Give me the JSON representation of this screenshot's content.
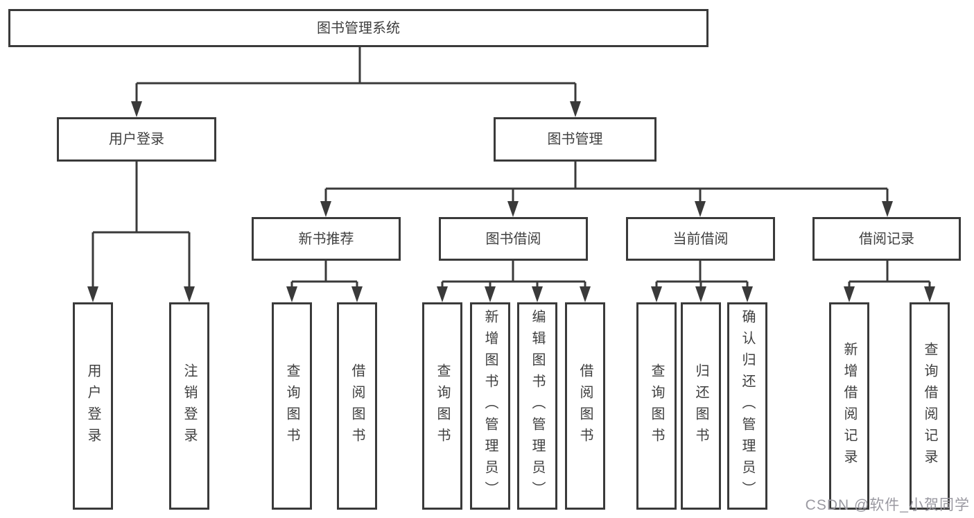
{
  "diagram": {
    "root": {
      "label": "图书管理系统"
    },
    "level1": [
      {
        "label": "用户登录"
      },
      {
        "label": "图书管理"
      }
    ],
    "level2": [
      {
        "label": "新书推荐"
      },
      {
        "label": "图书借阅"
      },
      {
        "label": "当前借阅"
      },
      {
        "label": "借阅记录"
      }
    ],
    "leaves": {
      "user_login": [
        "用户登录",
        "注销登录"
      ],
      "new_book": [
        "查询图书",
        "借阅图书"
      ],
      "book_borrow": [
        "查询图书",
        "新增图书（管理员）",
        "编辑图书（管理员）",
        "借阅图书"
      ],
      "current_borrow": [
        "查询图书",
        "归还图书",
        "确认归还（管理员）"
      ],
      "borrow_records": [
        "新增借阅记录",
        "查询借阅记录"
      ]
    }
  },
  "watermark": {
    "text": "CSDN @软件_小贺同学"
  },
  "colors": {
    "line": "#3a3a3a",
    "text": "#3f3f3f",
    "watermark": "#9a99a1",
    "background": "#ffffff"
  }
}
